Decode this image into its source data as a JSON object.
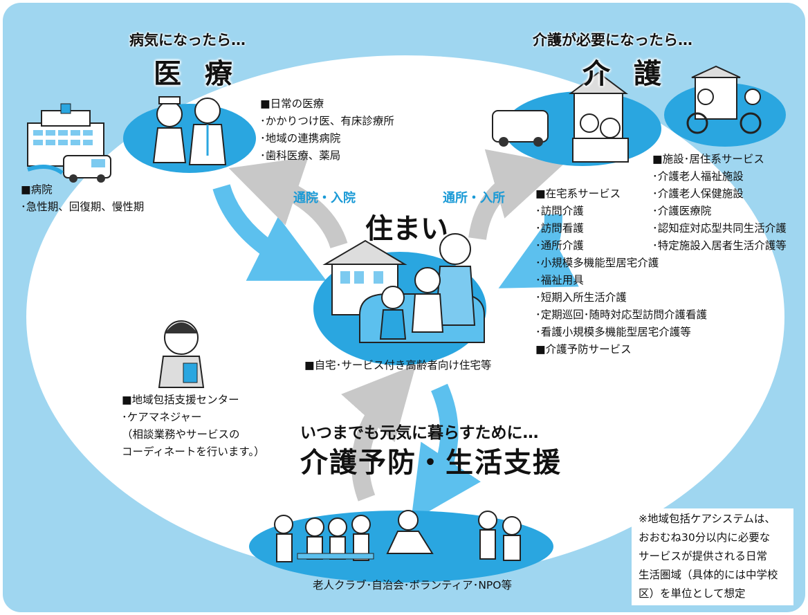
{
  "medical": {
    "subtitle": "病気になったら…",
    "title": "医 療",
    "hospital_list": [
      "■病院",
      "･急性期、回復期、慢性期"
    ],
    "daily_list": [
      "■日常の医療",
      "･かかりつけ医、有床診療所",
      "･地域の連携病院",
      "･歯科医療、薬局"
    ]
  },
  "care": {
    "subtitle": "介護が必要になったら…",
    "title": "介 護",
    "facility_list": [
      "■施設･居住系サービス",
      "･介護老人福祉施設",
      "･介護老人保健施設",
      "･介護医療院",
      "･認知症対応型共同生活介護",
      "･特定施設入居者生活介護等"
    ],
    "home_list": [
      "■在宅系サービス",
      "･訪問介護",
      "･訪問看護",
      "･通所介護",
      "･小規模多機能型居宅介護",
      "･福祉用具",
      "･短期入所生活介護",
      "･定期巡回･随時対応型訪問介護看護",
      "･看護小規模多機能型居宅介護等",
      "■介護予防サービス"
    ]
  },
  "flows": {
    "hospital": "通院・入院",
    "facility": "通所・入所"
  },
  "housing": {
    "title": "住まい",
    "caption": "■自宅･サービス付き高齢者向け住宅等"
  },
  "support_center": {
    "lines": [
      "■地域包括支援センター",
      "･ケアマネジャー",
      "（相談業務やサービスの",
      "コーディネートを行います。）"
    ]
  },
  "prevention": {
    "subtitle": "いつまでも元気に暮らすために…",
    "title": "介護予防・生活支援",
    "caption": "老人クラブ･自治会･ボランティア･NPO等"
  },
  "note": {
    "lines": [
      "※地域包括ケアシステムは、",
      "おおむね30分以内に必要な",
      "サービスが提供される日常",
      "生活圏域（具体的には中学校",
      "区）を単位として想定"
    ]
  },
  "colors": {
    "background": "#9fd6f0",
    "ellipse": "#ffffff",
    "blob": "#2aa6e0",
    "arrow_blue": "#5cc0ee",
    "arrow_gray": "#c8c8c8",
    "flow_text": "#1a9ad6"
  }
}
